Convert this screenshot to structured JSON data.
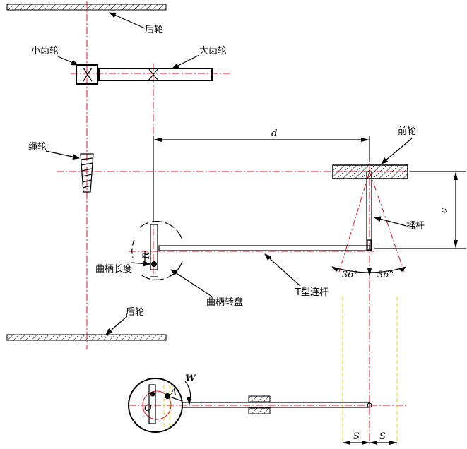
{
  "labels": {
    "rear_wheel_top": "后轮",
    "small_gear": "小齿轮",
    "large_gear": "大齿轮",
    "rope_wheel": "绳轮",
    "front_wheel": "前轮",
    "rocker": "摇杆",
    "crank_length": "曲柄长度",
    "crank_disc": "曲柄转盘",
    "t_link": "T型连杆",
    "rear_wheel_bottom": "后轮",
    "dim_d": "d",
    "dim_c": "c",
    "dim_R": "R",
    "angle_left": "36°",
    "angle_right": "36°",
    "point_W": "W",
    "point_A": "A",
    "point_O": "O",
    "dim_s_left": "S",
    "dim_s_right": "S"
  },
  "colors": {
    "axis_red": "#e0141e",
    "limit_yellow": "#e8d400",
    "ink": "#000000"
  }
}
